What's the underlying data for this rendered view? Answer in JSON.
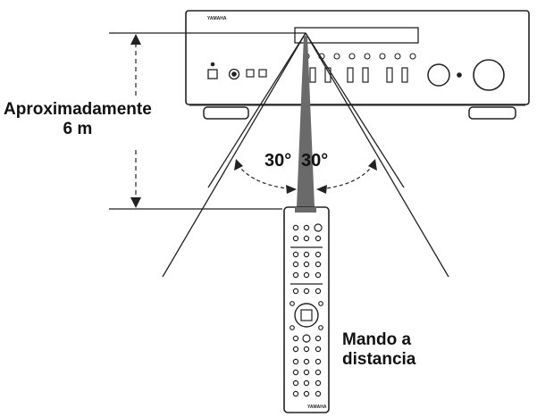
{
  "brand_mark": "YAMAHA",
  "distance_label": {
    "line1": "Aproximadamente",
    "line2": "6 m"
  },
  "angle_labels": {
    "left": "30°",
    "right": "30°"
  },
  "remote_label": {
    "line1": "Mando a",
    "line2": "distancia"
  },
  "colors": {
    "line": "#222222",
    "beam": "#6a6a6a",
    "background": "#ffffff"
  }
}
